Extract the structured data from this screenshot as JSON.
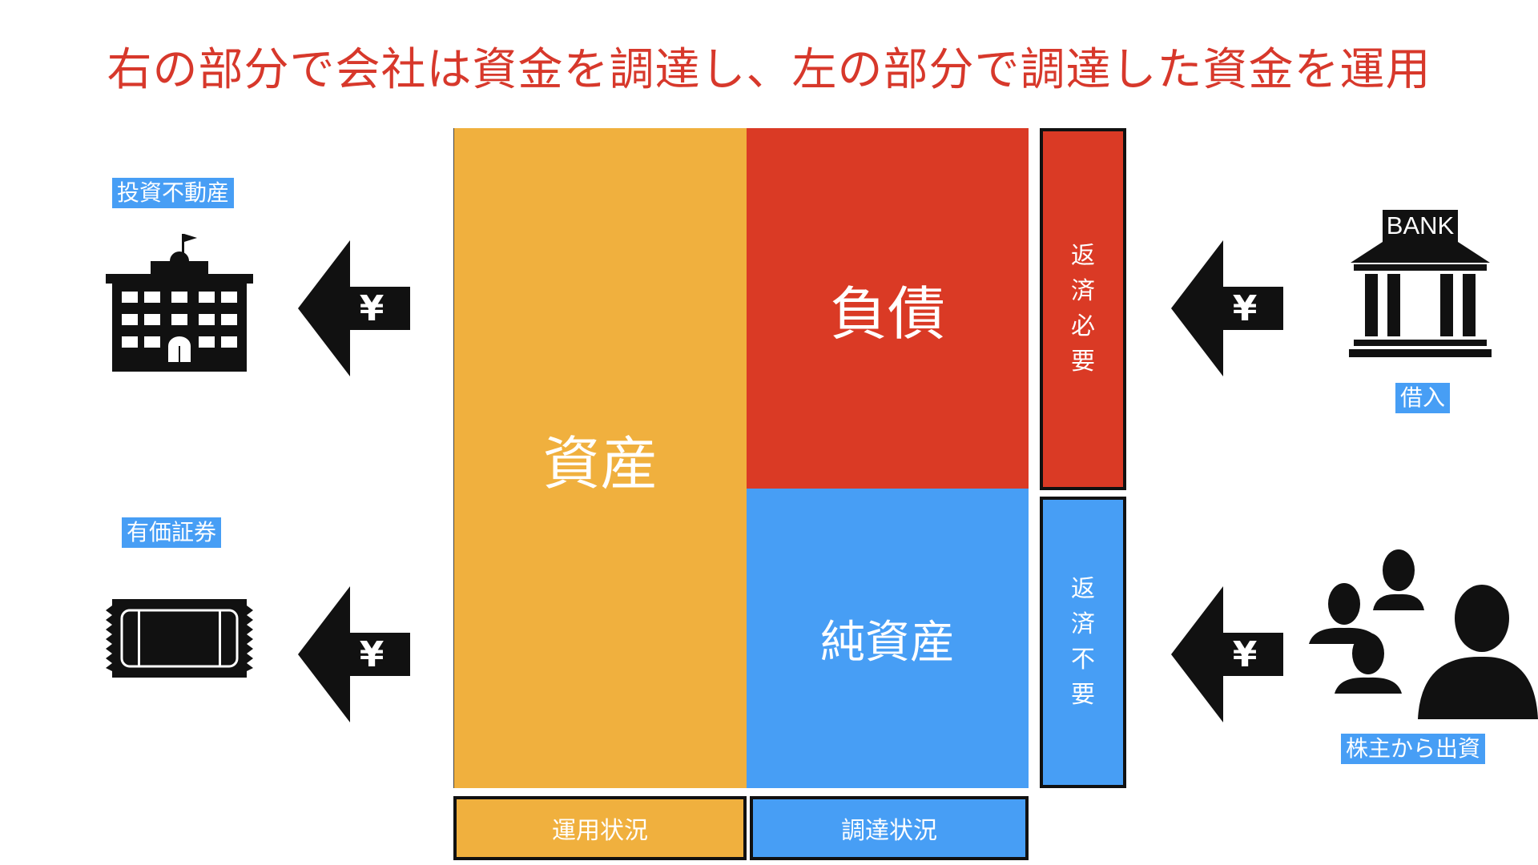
{
  "title": "右の部分で会社は資金を調達し、左の部分で調達した資金を運用",
  "balance_sheet": {
    "assets": "資産",
    "liabilities": "負債",
    "net_assets": "純資産",
    "repayment_required": [
      "返",
      "済",
      "必",
      "要"
    ],
    "repayment_not_required": [
      "返",
      "済",
      "不",
      "要"
    ],
    "operation_status": "運用状況",
    "procurement_status": "調達状況"
  },
  "arrow_symbol": "¥",
  "left_uses": [
    {
      "label": "投資不動産",
      "icon": "building-icon"
    },
    {
      "label": "有価証券",
      "icon": "ticket-icon"
    }
  ],
  "right_sources": [
    {
      "label": "借入",
      "icon": "bank-icon",
      "icon_text": "BANK"
    },
    {
      "label": "株主から出資",
      "icon": "shareholders-icon"
    }
  ],
  "colors": {
    "title": "#d7382b",
    "assets": "#f0b03e",
    "liabilities": "#da3a25",
    "net_assets": "#479ef5",
    "tag": "#479ef5",
    "ink": "#111111"
  }
}
